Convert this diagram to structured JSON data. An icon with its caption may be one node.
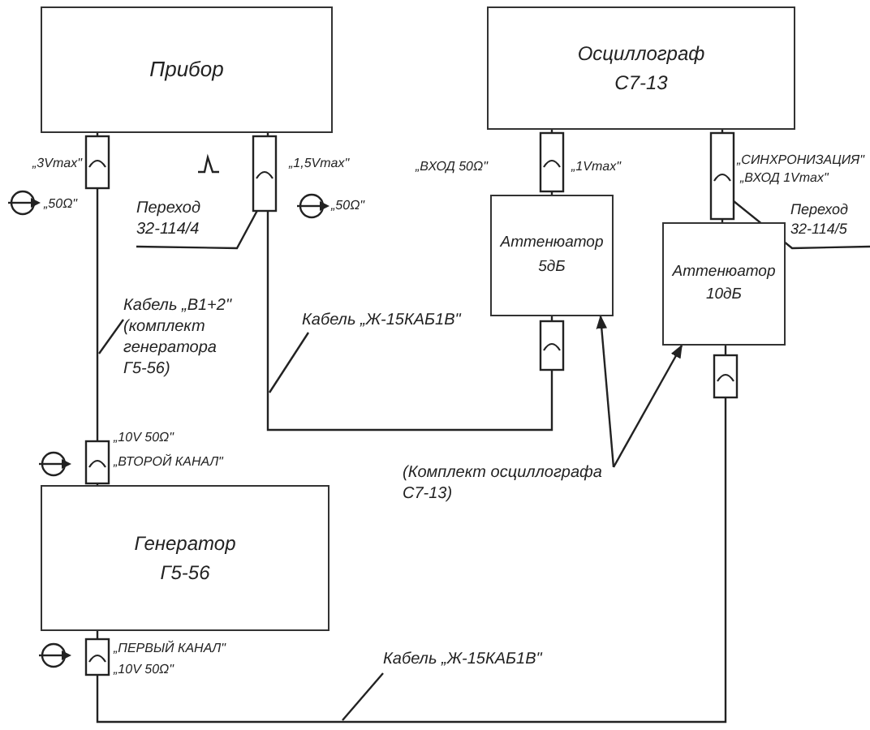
{
  "diagram": {
    "nodes": [
      {
        "text": [
          "Прибор"
        ]
      },
      {
        "text": [
          "Осциллограф С7-13"
        ]
      },
      {
        "text": [
          "Переход 32-114/4"
        ]
      },
      {
        "text": [
          "Аттенюатор 5дБ"
        ]
      },
      {
        "text": [
          "Переход 32-114/5"
        ]
      },
      {
        "text": [
          "Аттенюатор 10дБ"
        ]
      },
      {
        "text": [
          "Кабель „В1+2\" (комплект генератора Г5-56)"
        ]
      },
      {
        "text": [
          "Кабель „Ж-15КАБ1В\""
        ]
      },
      {
        "text": [
          "(Комплект осциллографа С7-13)"
        ]
      },
      {
        "text": [
          "Генератор Г5-56"
        ]
      },
      {
        "text": [
          "Кабель „Ж-15КАБ1В\""
        ]
      }
    ],
    "edges": [
      {
        "from": 0,
        "to": 9,
        "arrow": "none"
      },
      {
        "from": 0,
        "to": 3,
        "arrow": "none"
      },
      {
        "from": 3,
        "to": 1,
        "arrow": "none"
      },
      {
        "from": 5,
        "to": 1,
        "arrow": "none"
      },
      {
        "from": 9,
        "to": 5,
        "arrow": "none"
      },
      {
        "from": 2,
        "to": null,
        "arrow": "none"
      },
      {
        "from": 4,
        "to": null,
        "arrow": "none"
      },
      {
        "from": 6,
        "to": null,
        "arrow": "none"
      },
      {
        "from": 7,
        "to": null,
        "arrow": "none"
      },
      {
        "from": 8,
        "to": 3,
        "arrow": "to"
      },
      {
        "from": 8,
        "to": 5,
        "arrow": "to"
      },
      {
        "from": 10,
        "to": null,
        "arrow": "none"
      }
    ],
    "labels": [
      "„3Vmax\"",
      "„50Ω\"",
      "„1,5Vmax\"",
      "„50Ω\"",
      "„ВХОД 50Ω\"",
      "„1Vmax\"",
      "„СИНХРОНИЗАЦИЯ\"",
      "„ВХОД 1Vmax\"",
      "„10V 50Ω\"",
      "„ВТОРОЙ КАНАЛ\"",
      "„ПЕРВЫЙ КАНАЛ\"",
      "„10V 50Ω\""
    ]
  }
}
